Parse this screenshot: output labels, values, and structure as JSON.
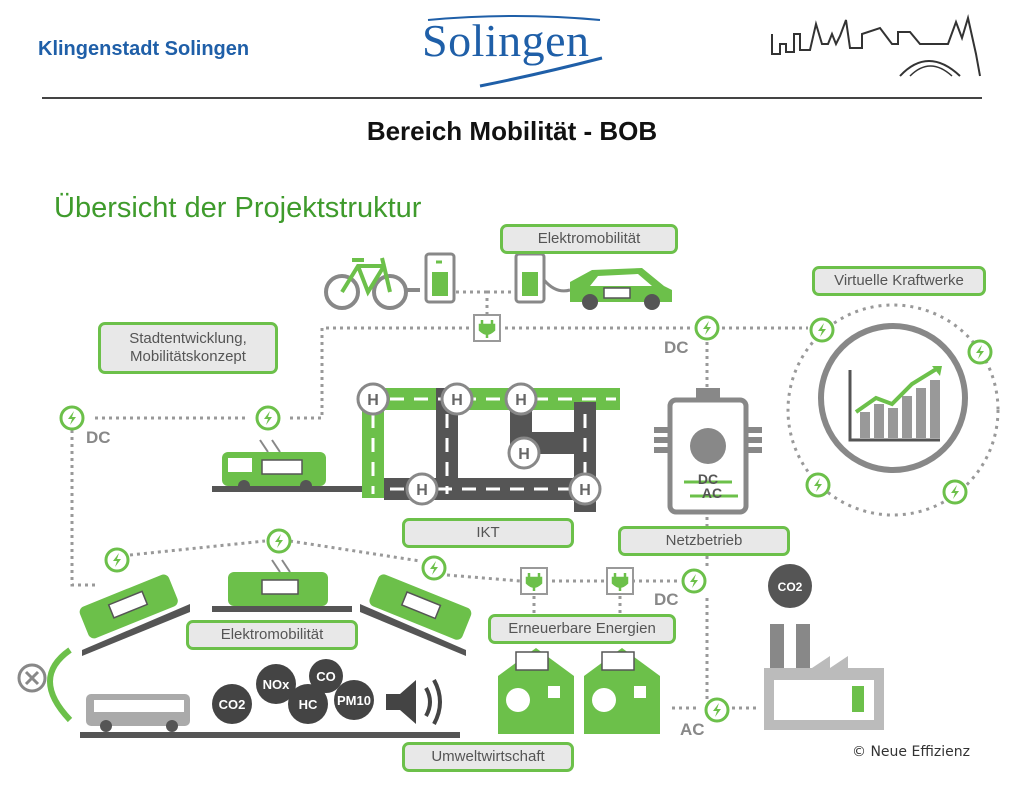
{
  "header": {
    "left_text": "Klingenstadt Solingen",
    "logo_text": "Solingen"
  },
  "title": "Bereich Mobilität - BOB",
  "subtitle": "Übersicht der Projektstruktur",
  "labels": {
    "elektromobilitaet_top": "Elektromobilität",
    "virtuelle_kraftwerke": "Virtuelle Kraftwerke",
    "stadtentwicklung_line1": "Stadtentwicklung,",
    "stadtentwicklung_line2": "Mobilitätskonzept",
    "ikt": "IKT",
    "netzbetrieb": "Netzbetrieb",
    "elektromobilitaet_bottom": "Elektromobilität",
    "erneuerbare_energien": "Erneuerbare Energien",
    "umweltwirtschaft": "Umweltwirtschaft"
  },
  "current_types": {
    "dc": "DC",
    "ac": "AC"
  },
  "stop_letter": "H",
  "emissions": [
    "CO2",
    "NOx",
    "CO",
    "HC",
    "PM10"
  ],
  "copyright": "© Neue Effizienz",
  "colors": {
    "green": "#6cc04a",
    "dark_green": "#3f9b2c",
    "grey": "#8c8c8c",
    "dark_grey": "#555555",
    "blue": "#1f5fa8"
  }
}
